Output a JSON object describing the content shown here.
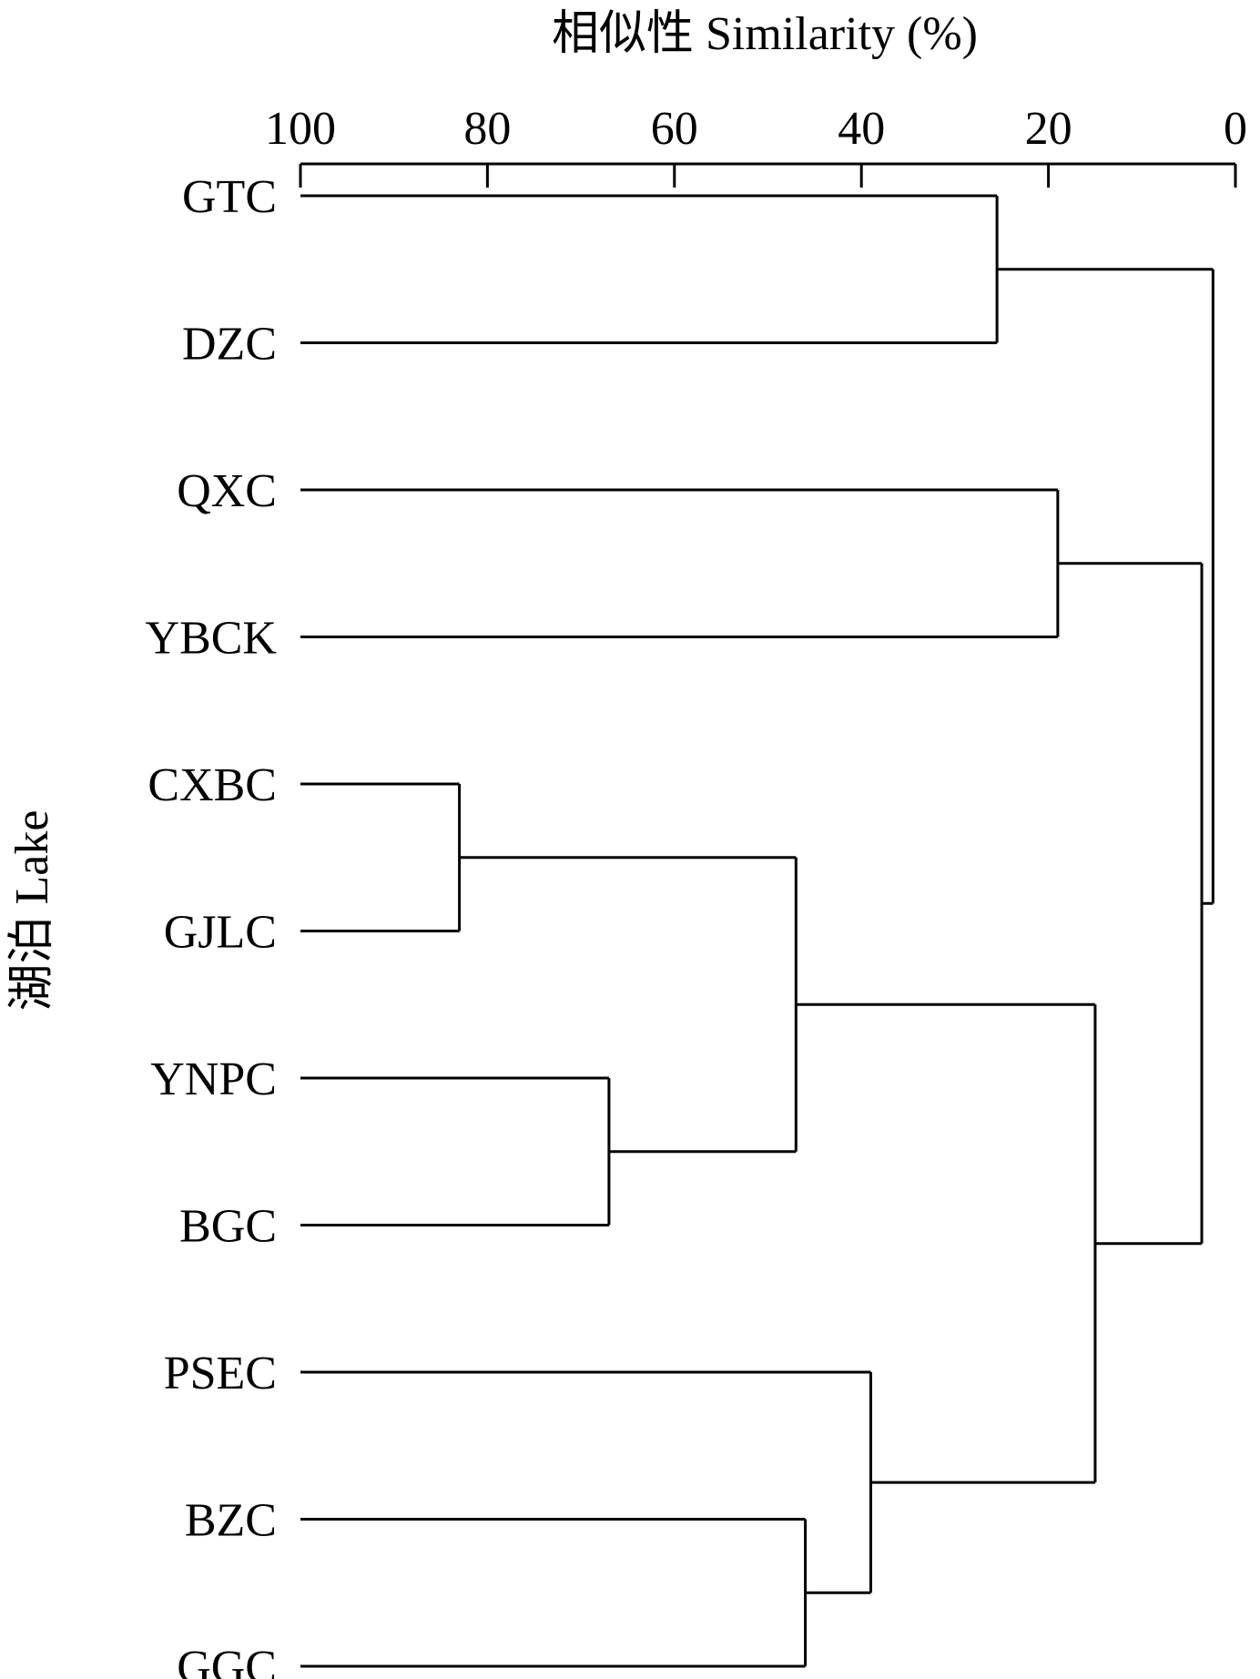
{
  "chart_data": {
    "type": "dendrogram",
    "title": "",
    "xlabel": "相似性 Similarity (%)",
    "ylabel": "湖泊 Lake",
    "xlim": [
      100,
      0
    ],
    "xticks": [
      100,
      80,
      60,
      40,
      20,
      0
    ],
    "xtick_labels": [
      "100",
      "80",
      "60",
      "40",
      "20",
      "0"
    ],
    "leaves": [
      "GTC",
      "DZC",
      "QXC",
      "YBCK",
      "CXBC",
      "GJLC",
      "YNPC",
      "BGC",
      "PSEC",
      "BZC",
      "GGC"
    ],
    "merges": [
      {
        "id": "m1",
        "children": [
          "CXBC",
          "GJLC"
        ],
        "similarity": 83
      },
      {
        "id": "m2",
        "children": [
          "YNPC",
          "BGC"
        ],
        "similarity": 67
      },
      {
        "id": "m3",
        "children": [
          "BZC",
          "GGC"
        ],
        "similarity": 46
      },
      {
        "id": "m4",
        "children": [
          "m1",
          "m2"
        ],
        "similarity": 47
      },
      {
        "id": "m5",
        "children": [
          "PSEC",
          "m3"
        ],
        "similarity": 39
      },
      {
        "id": "m6",
        "children": [
          "GTC",
          "DZC"
        ],
        "similarity": 25.5
      },
      {
        "id": "m7",
        "children": [
          "QXC",
          "YBCK"
        ],
        "similarity": 19
      },
      {
        "id": "m8",
        "children": [
          "m4",
          "m5"
        ],
        "similarity": 15
      },
      {
        "id": "m9",
        "children": [
          "m7",
          "m8"
        ],
        "similarity": 3.6
      },
      {
        "id": "m10",
        "children": [
          "m6",
          "m9"
        ],
        "similarity": 2.4
      }
    ]
  }
}
